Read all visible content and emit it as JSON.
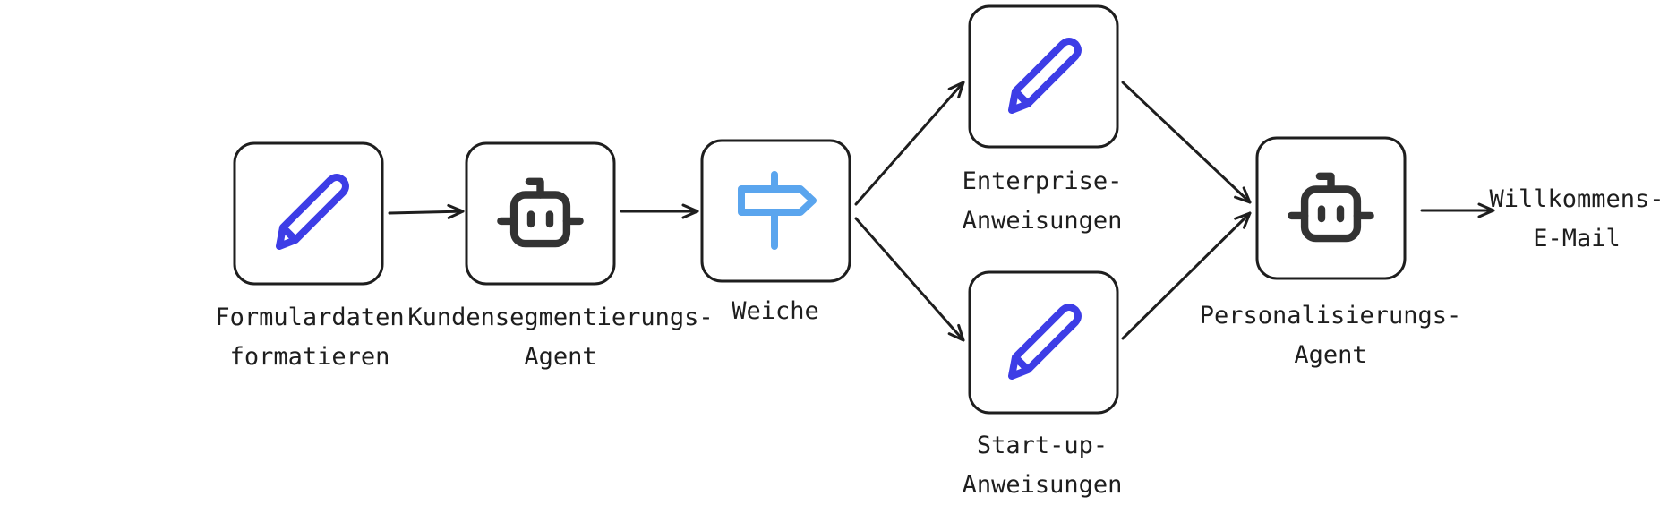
{
  "colors": {
    "stroke": "#1e1e1e",
    "pencil": "#3d3de6",
    "router": "#5aa5ee",
    "robot": "#333333"
  },
  "nodes": [
    {
      "id": "formulardaten",
      "icon": "pencil-icon",
      "label_lines": [
        "Formulardaten",
        "formatieren"
      ]
    },
    {
      "id": "kundensegmentierung",
      "icon": "robot-icon",
      "label_lines": [
        "Kundensegmentierungs-",
        "Agent"
      ]
    },
    {
      "id": "weiche",
      "icon": "signpost-icon",
      "label_lines": [
        "Weiche"
      ]
    },
    {
      "id": "enterprise",
      "icon": "pencil-icon",
      "label_lines": [
        "Enterprise-",
        "Anweisungen"
      ]
    },
    {
      "id": "startup",
      "icon": "pencil-icon",
      "label_lines": [
        "Start-up-",
        "Anweisungen"
      ]
    },
    {
      "id": "personalisierung",
      "icon": "robot-icon",
      "label_lines": [
        "Personalisierungs-",
        "Agent"
      ]
    }
  ],
  "output": {
    "label_lines": [
      "Willkommens-",
      "E-Mail"
    ]
  }
}
